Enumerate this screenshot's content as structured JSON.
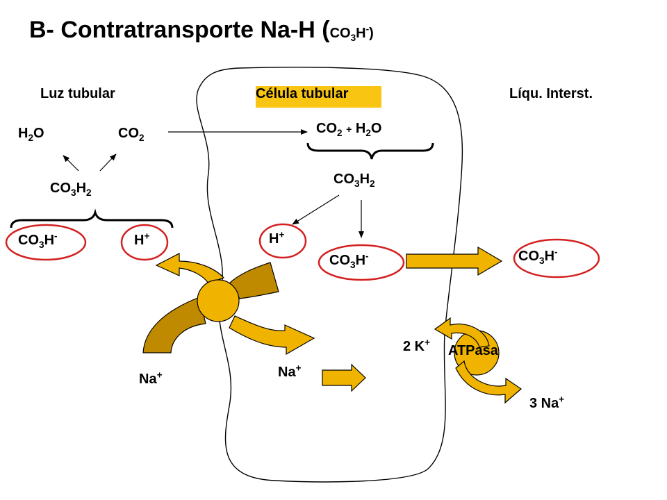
{
  "title": {
    "main": "B- Contratransporte Na-H (",
    "formula_small": "CO",
    "sub3": "3",
    "tail": "H",
    "sup_minus": "-",
    "close": ")"
  },
  "regions": {
    "lumen": "Luz tubular",
    "cell": "Célula tubular",
    "interstitial": "Líqu. Interst."
  },
  "lumen": {
    "h2o": {
      "a": "H",
      "sub": "2",
      "b": "O"
    },
    "co2": {
      "a": "CO",
      "sub": "2"
    },
    "co3h2": {
      "a": "CO",
      "sub1": "3",
      "b": "H",
      "sub2": "2"
    },
    "bicarbonate": {
      "a": "CO",
      "sub": "3",
      "b": "H",
      "sup": "-"
    },
    "proton": {
      "a": "H",
      "sup": "+"
    },
    "sodium": {
      "a": "Na",
      "sup": "+"
    }
  },
  "cell": {
    "co2_h2o": {
      "a": "CO",
      "sub1": "2",
      "plus": "+",
      "b": "H",
      "sub2": "2",
      "c": "O"
    },
    "co3h2": {
      "a": "CO",
      "sub1": "3",
      "b": "H",
      "sub2": "2"
    },
    "proton": {
      "a": "H",
      "sup": "+"
    },
    "bicarbonate": {
      "a": "CO",
      "sub": "3",
      "b": "H",
      "sup": "-"
    },
    "sodium": {
      "a": "Na",
      "sup": "+"
    }
  },
  "interstitial": {
    "bicarbonate": {
      "a": "CO",
      "sub": "3",
      "b": "H",
      "sup": "-"
    }
  },
  "pump": {
    "k": {
      "a": "2 K",
      "sup": "+"
    },
    "name": "ATPasa",
    "na": {
      "a": "3 Na",
      "sup": "+"
    }
  },
  "colors": {
    "highlight": "#f9c513",
    "ellipse_outline": "#d42020",
    "arrow_fill": "#f0b400",
    "arrow_dark": "#c08a00",
    "arrow_outline": "#000000"
  },
  "icons": [
    "sodium-proton-exchanger-icon",
    "atpase-pump-icon",
    "block-arrow-icon"
  ]
}
